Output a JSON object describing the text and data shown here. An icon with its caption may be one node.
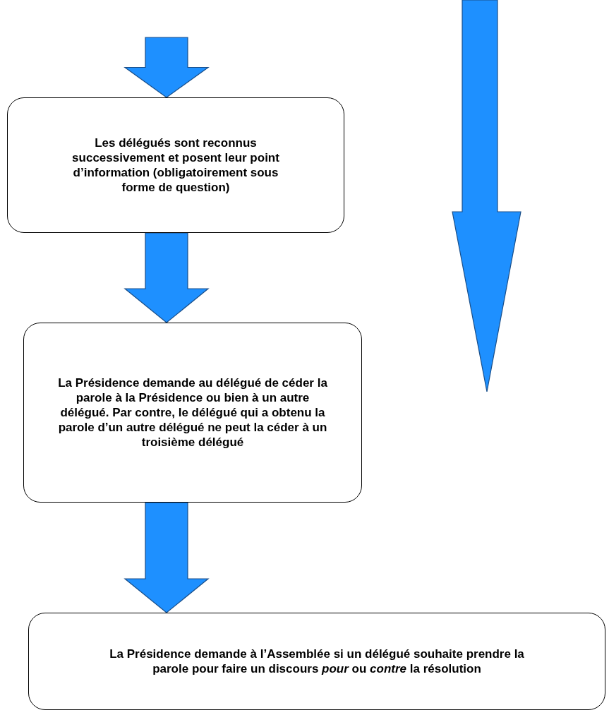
{
  "diagram": {
    "nodes": [
      {
        "text": [
          "Les délégués sont reconnus successivement et posent leur point d’information (obligatoirement sous forme de question)"
        ]
      },
      {
        "text": [
          "La Présidence demande au délégué de céder la parole à la Présidence ou bien à un autre délégué. Par contre, le délégué qui a obtenu la parole d’un autre délégué ne peut la céder à un troisième délégué"
        ]
      },
      {
        "text": [
          "La Présidence demande à l’Assemblée si un délégué souhaite prendre la parole pour faire un discours *pour* ou *contre* la résolution"
        ]
      }
    ],
    "edges": [
      {
        "from": null,
        "to": 0,
        "arrow": "to"
      },
      {
        "from": 0,
        "to": 1,
        "arrow": "to"
      },
      {
        "from": 1,
        "to": 2,
        "arrow": "to"
      }
    ]
  }
}
